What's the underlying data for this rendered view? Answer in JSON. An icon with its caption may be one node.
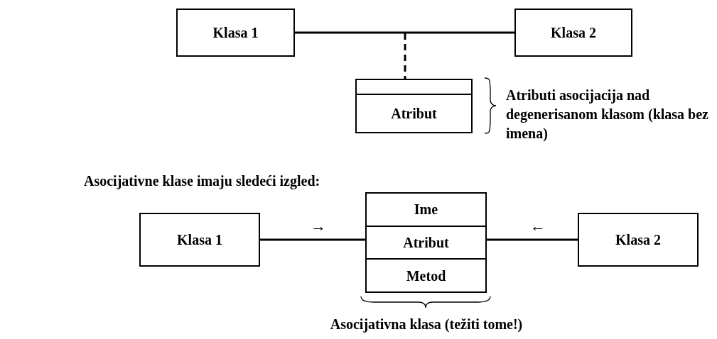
{
  "diagram": {
    "nodes": [
      {
        "text": [
          "Klasa 1"
        ]
      },
      {
        "text": [
          "Klasa 2"
        ]
      },
      {
        "text": [
          "Atribut"
        ],
        "beside": [
          "Atributi asocijacija nad degenerisanom klasom (klasa bez imena)"
        ]
      },
      {
        "text": [
          "Klasa 1"
        ]
      },
      {
        "text": [
          "Ime",
          "Atribut",
          "Metod"
        ],
        "beside": [
          "Asocijativna klasa (težiti tome!)"
        ]
      },
      {
        "text": [
          "Klasa 2"
        ]
      }
    ],
    "edges": [
      {
        "from": 0,
        "to": 1,
        "arrow": "none"
      },
      {
        "from": null,
        "to": 2,
        "arrow": "none",
        "style": "dashed"
      },
      {
        "from": 3,
        "to": 4,
        "arrow": "none",
        "label": "→"
      },
      {
        "from": 5,
        "to": 4,
        "arrow": "none",
        "label": "←"
      }
    ],
    "labels": [
      "Asocijativne klase imaju sledeći izgled:"
    ]
  }
}
